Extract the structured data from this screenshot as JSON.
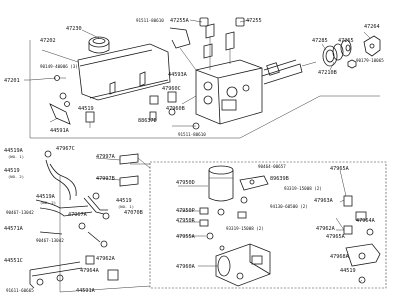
{
  "diagram": {
    "labels": [
      {
        "id": "l01",
        "text": "47230"
      },
      {
        "id": "l02",
        "text": "91511-80610"
      },
      {
        "id": "l03",
        "text": "47255A"
      },
      {
        "id": "l04",
        "text": "47255"
      },
      {
        "id": "l05",
        "text": "47264"
      },
      {
        "id": "l06",
        "text": "47202"
      },
      {
        "id": "l07",
        "text": "47201"
      },
      {
        "id": "l08",
        "text": "90149-40006 (3)"
      },
      {
        "id": "l09",
        "text": "44593A"
      },
      {
        "id": "l10",
        "text": "47285"
      },
      {
        "id": "l11",
        "text": "47265"
      },
      {
        "id": "l12",
        "text": "90179-10065"
      },
      {
        "id": "l13",
        "text": "47210B"
      },
      {
        "id": "l14",
        "text": "44519"
      },
      {
        "id": "l15",
        "text": "47960C"
      },
      {
        "id": "l16",
        "text": "47960B"
      },
      {
        "id": "l17",
        "text": "88637D"
      },
      {
        "id": "l18",
        "text": "44591A"
      },
      {
        "id": "l19",
        "text": "91511-80610"
      },
      {
        "id": "l20",
        "text": "44519A"
      },
      {
        "id": "l21",
        "text": "(NO. 1)"
      },
      {
        "id": "l22",
        "text": "47967C"
      },
      {
        "id": "l23",
        "text": "47997A"
      },
      {
        "id": "l24",
        "text": "47997B"
      },
      {
        "id": "l25",
        "text": "44519"
      },
      {
        "id": "l26",
        "text": "(NO. 2)"
      },
      {
        "id": "l27",
        "text": "44519A"
      },
      {
        "id": "l28",
        "text": "(NO. 2)"
      },
      {
        "id": "l29",
        "text": "47967A"
      },
      {
        "id": "l30",
        "text": "90467-13042"
      },
      {
        "id": "l31",
        "text": "44519"
      },
      {
        "id": "l32",
        "text": "(NO. 1)"
      },
      {
        "id": "l33",
        "text": "90464-00657"
      },
      {
        "id": "l34",
        "text": "47950D"
      },
      {
        "id": "l35",
        "text": "89639B"
      },
      {
        "id": "l36",
        "text": "93319-15008 (2)"
      },
      {
        "id": "l37",
        "text": "47070B"
      },
      {
        "id": "l38",
        "text": "47950P"
      },
      {
        "id": "l39",
        "text": "94130-60500 (2)"
      },
      {
        "id": "l40",
        "text": "47950R"
      },
      {
        "id": "l41",
        "text": "93319-15008 (2)"
      },
      {
        "id": "l42",
        "text": "44571A"
      },
      {
        "id": "l43",
        "text": "90467-13042"
      },
      {
        "id": "l44",
        "text": "47955A"
      },
      {
        "id": "l45",
        "text": "47965A"
      },
      {
        "id": "l46",
        "text": "47963A"
      },
      {
        "id": "l47",
        "text": "47964A"
      },
      {
        "id": "l48",
        "text": "47962A"
      },
      {
        "id": "l49",
        "text": "47965A"
      },
      {
        "id": "l50",
        "text": "44551C"
      },
      {
        "id": "l51",
        "text": "47962A"
      },
      {
        "id": "l52",
        "text": "47964A"
      },
      {
        "id": "l53",
        "text": "47960A"
      },
      {
        "id": "l54",
        "text": "47968A"
      },
      {
        "id": "l55",
        "text": "44519"
      },
      {
        "id": "l56",
        "text": "91611-60665"
      },
      {
        "id": "l57",
        "text": "44591A"
      }
    ]
  }
}
